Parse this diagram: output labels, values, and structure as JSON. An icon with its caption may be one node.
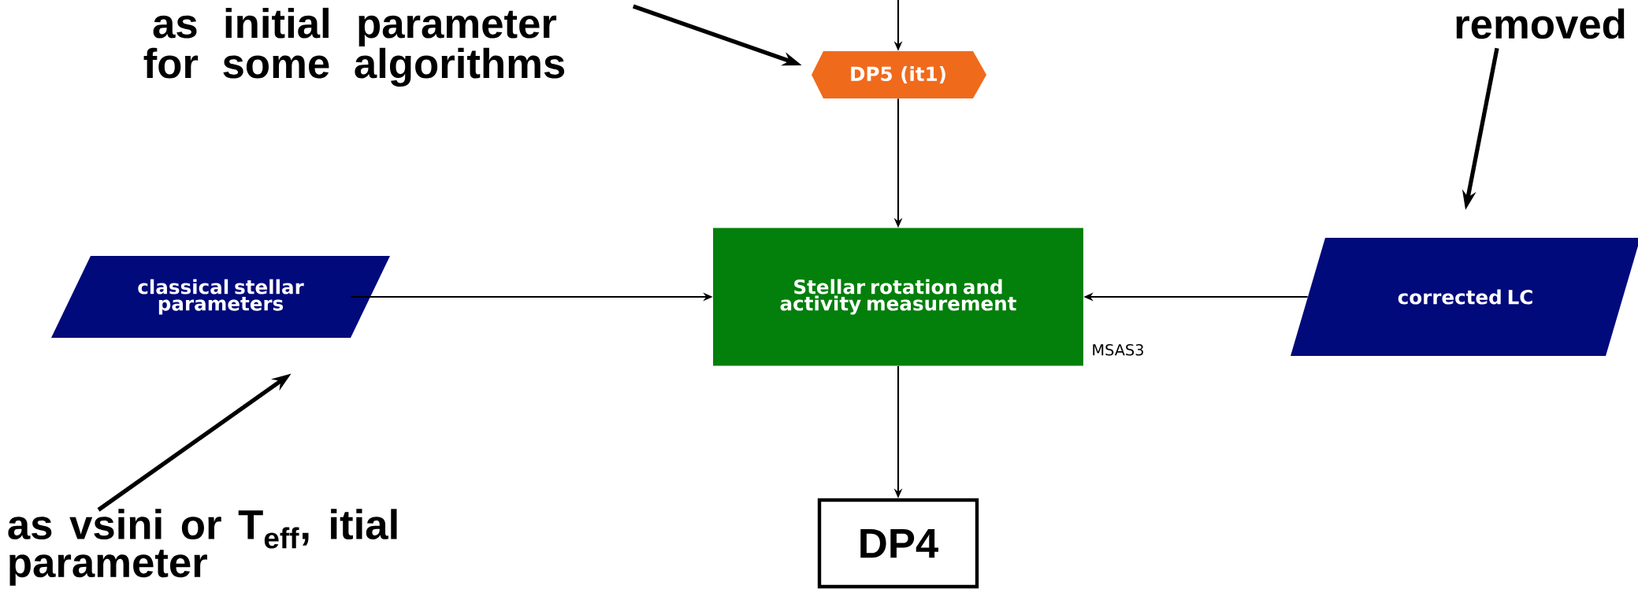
{
  "diagram": {
    "nodes": [
      {
        "text": [
          "as initial parameter for some algorithms"
        ]
      },
      {
        "text": [
          "DP5 (it1)"
        ]
      },
      {
        "text": [
          "removed"
        ]
      },
      {
        "text": [
          "classical stellar parameters"
        ]
      },
      {
        "text": [
          "Stellar rotation and activity measurement"
        ],
        "beside": [
          "MSAS3"
        ]
      },
      {
        "text": [
          "corrected LC"
        ]
      },
      {
        "text": [
          "as vsini or T$_{eff}$, itial parameter"
        ]
      },
      {
        "text": [
          "DP4"
        ]
      }
    ],
    "edges": [
      {
        "from": 0,
        "to": 1,
        "arrow": "to",
        "style": "thick"
      },
      {
        "from": null,
        "to": 1,
        "arrow": "to"
      },
      {
        "from": 1,
        "to": 4,
        "arrow": "to"
      },
      {
        "from": 2,
        "to": 5,
        "arrow": "to",
        "style": "thick"
      },
      {
        "from": 3,
        "to": 4,
        "arrow": "to"
      },
      {
        "from": 5,
        "to": 4,
        "arrow": "to"
      },
      {
        "from": 4,
        "to": 7,
        "arrow": "to"
      },
      {
        "from": 6,
        "to": 3,
        "arrow": "to",
        "style": "thick"
      }
    ]
  }
}
